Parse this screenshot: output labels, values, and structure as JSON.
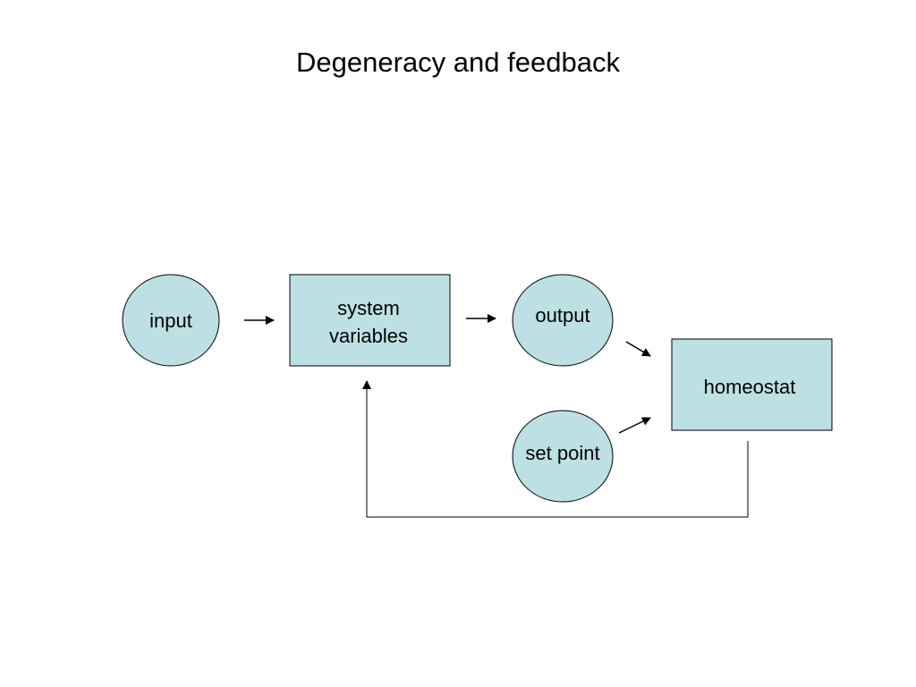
{
  "title": "Degeneracy and feedback",
  "colors": {
    "node_fill": "#bce0e3",
    "stroke": "#000000"
  },
  "nodes": {
    "input": {
      "label": "input",
      "shape": "ellipse"
    },
    "system_variables": {
      "label_lines": [
        "system",
        "variables"
      ],
      "shape": "rectangle"
    },
    "output": {
      "label": "output",
      "shape": "ellipse"
    },
    "set_point": {
      "label": "set point",
      "shape": "ellipse"
    },
    "homeostat": {
      "label": "homeostat",
      "shape": "rectangle"
    }
  },
  "edges": [
    {
      "from": "input",
      "to": "system_variables"
    },
    {
      "from": "system_variables",
      "to": "output"
    },
    {
      "from": "output",
      "to": "homeostat"
    },
    {
      "from": "set_point",
      "to": "homeostat"
    },
    {
      "from": "homeostat",
      "to": "system_variables",
      "kind": "feedback"
    }
  ]
}
